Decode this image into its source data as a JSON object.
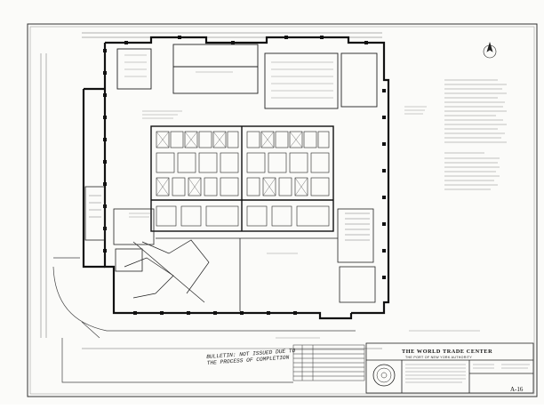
{
  "title_block": {
    "project_title": "THE WORLD TRADE CENTER",
    "subtitle": "THE PORT OF NEW YORK AUTHORITY",
    "sheet_number": "A-16"
  },
  "handwritten_note": {
    "line1": "BULLETIN: NOT ISSUED DUE TO",
    "line2": "THE PROCESS OF COMPLETION"
  },
  "colors": {
    "ink": "#1a1a1a",
    "paper": "#fbfbf9"
  },
  "icons": [
    "north-arrow-icon",
    "port-authority-seal-icon"
  ]
}
